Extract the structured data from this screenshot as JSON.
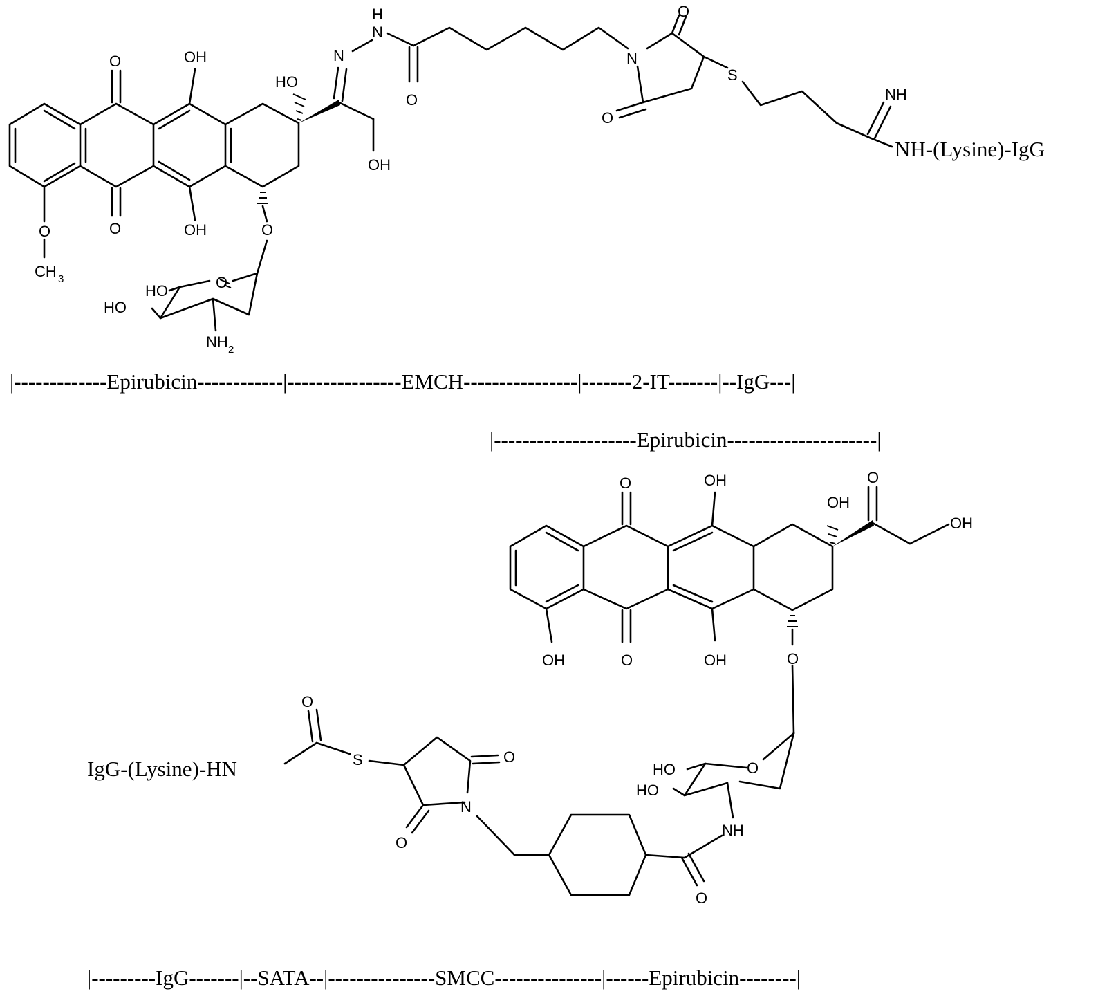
{
  "top": {
    "labels": {
      "o_a": "O",
      "oh_a": "OH",
      "ho_quat": "HO",
      "n_a": "N",
      "h_a": "H",
      "n_b": "N",
      "o_amide": "O",
      "o_succ1": "O",
      "n_succ": "N",
      "s_a": "S",
      "o_succ2": "O",
      "nh_amid": "NH",
      "oh_side": "OH",
      "o_c": "O",
      "oh_b": "OH",
      "o_gly": "O",
      "o_methoxy": "O",
      "ch3": "CH",
      "ch3_sub": "3",
      "sugar_o": "O",
      "sugar_ho1": "HO",
      "sugar_ho2": "HO",
      "nh2": "NH",
      "nh2_sub": "2"
    },
    "terminal": "NH-(Lysine)-IgG",
    "segments": "|-------------Epirubicin------------|----------------EMCH----------------|-------2-IT-------|--IgG---|"
  },
  "bottom": {
    "header": "|--------------------Epirubicin---------------------|",
    "labels": {
      "o_a": "O",
      "oh_a": "OH",
      "oh_quat": "OH",
      "o_keto": "O",
      "oh_end": "OH",
      "oh_b": "OH",
      "o_c": "O",
      "oh_c": "OH",
      "o_gly": "O",
      "o_thio": "O",
      "s_b": "S",
      "o_succ1": "O",
      "n_succ": "N",
      "o_succ2": "O",
      "sugar_o": "O",
      "sugar_ho1": "HO",
      "sugar_ho2": "HO",
      "nh_sugar": "NH",
      "o_amide": "O"
    },
    "terminal": "IgG-(Lysine)-HN",
    "segments": "|---------IgG-------|--SATA--|---------------SMCC---------------|------Epirubicin--------|"
  }
}
